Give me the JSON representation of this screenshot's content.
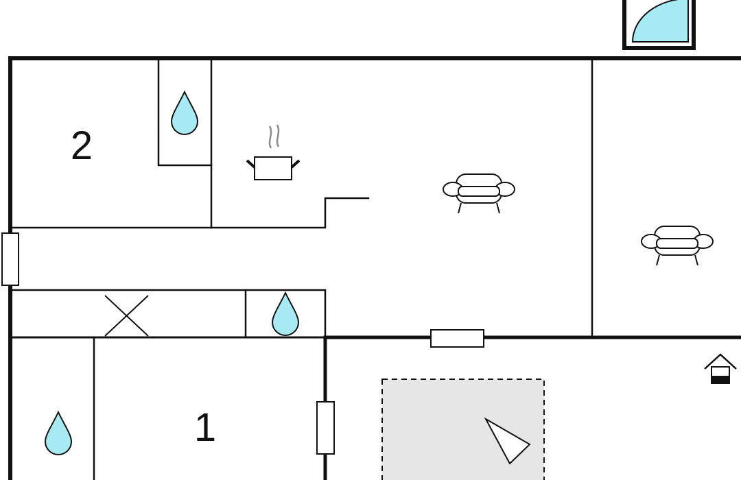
{
  "colors": {
    "background": "#ffffff",
    "wall": "#111111",
    "water": "#a8eaf3",
    "steam": "#8a8a8a",
    "terrace_fill": "#e6e6e6",
    "window_fill": "#ffffff"
  },
  "rooms": [
    {
      "id": "bedroom-2",
      "label": "2"
    },
    {
      "id": "bedroom-1",
      "label": "1"
    }
  ],
  "icons": [
    "water-drop-icon",
    "water-drop-icon",
    "water-drop-icon",
    "cooking-pot-icon",
    "sofa-icon",
    "sofa-icon",
    "entrance-house-icon",
    "compass-arrow-icon",
    "door-icon",
    "window-icon"
  ]
}
